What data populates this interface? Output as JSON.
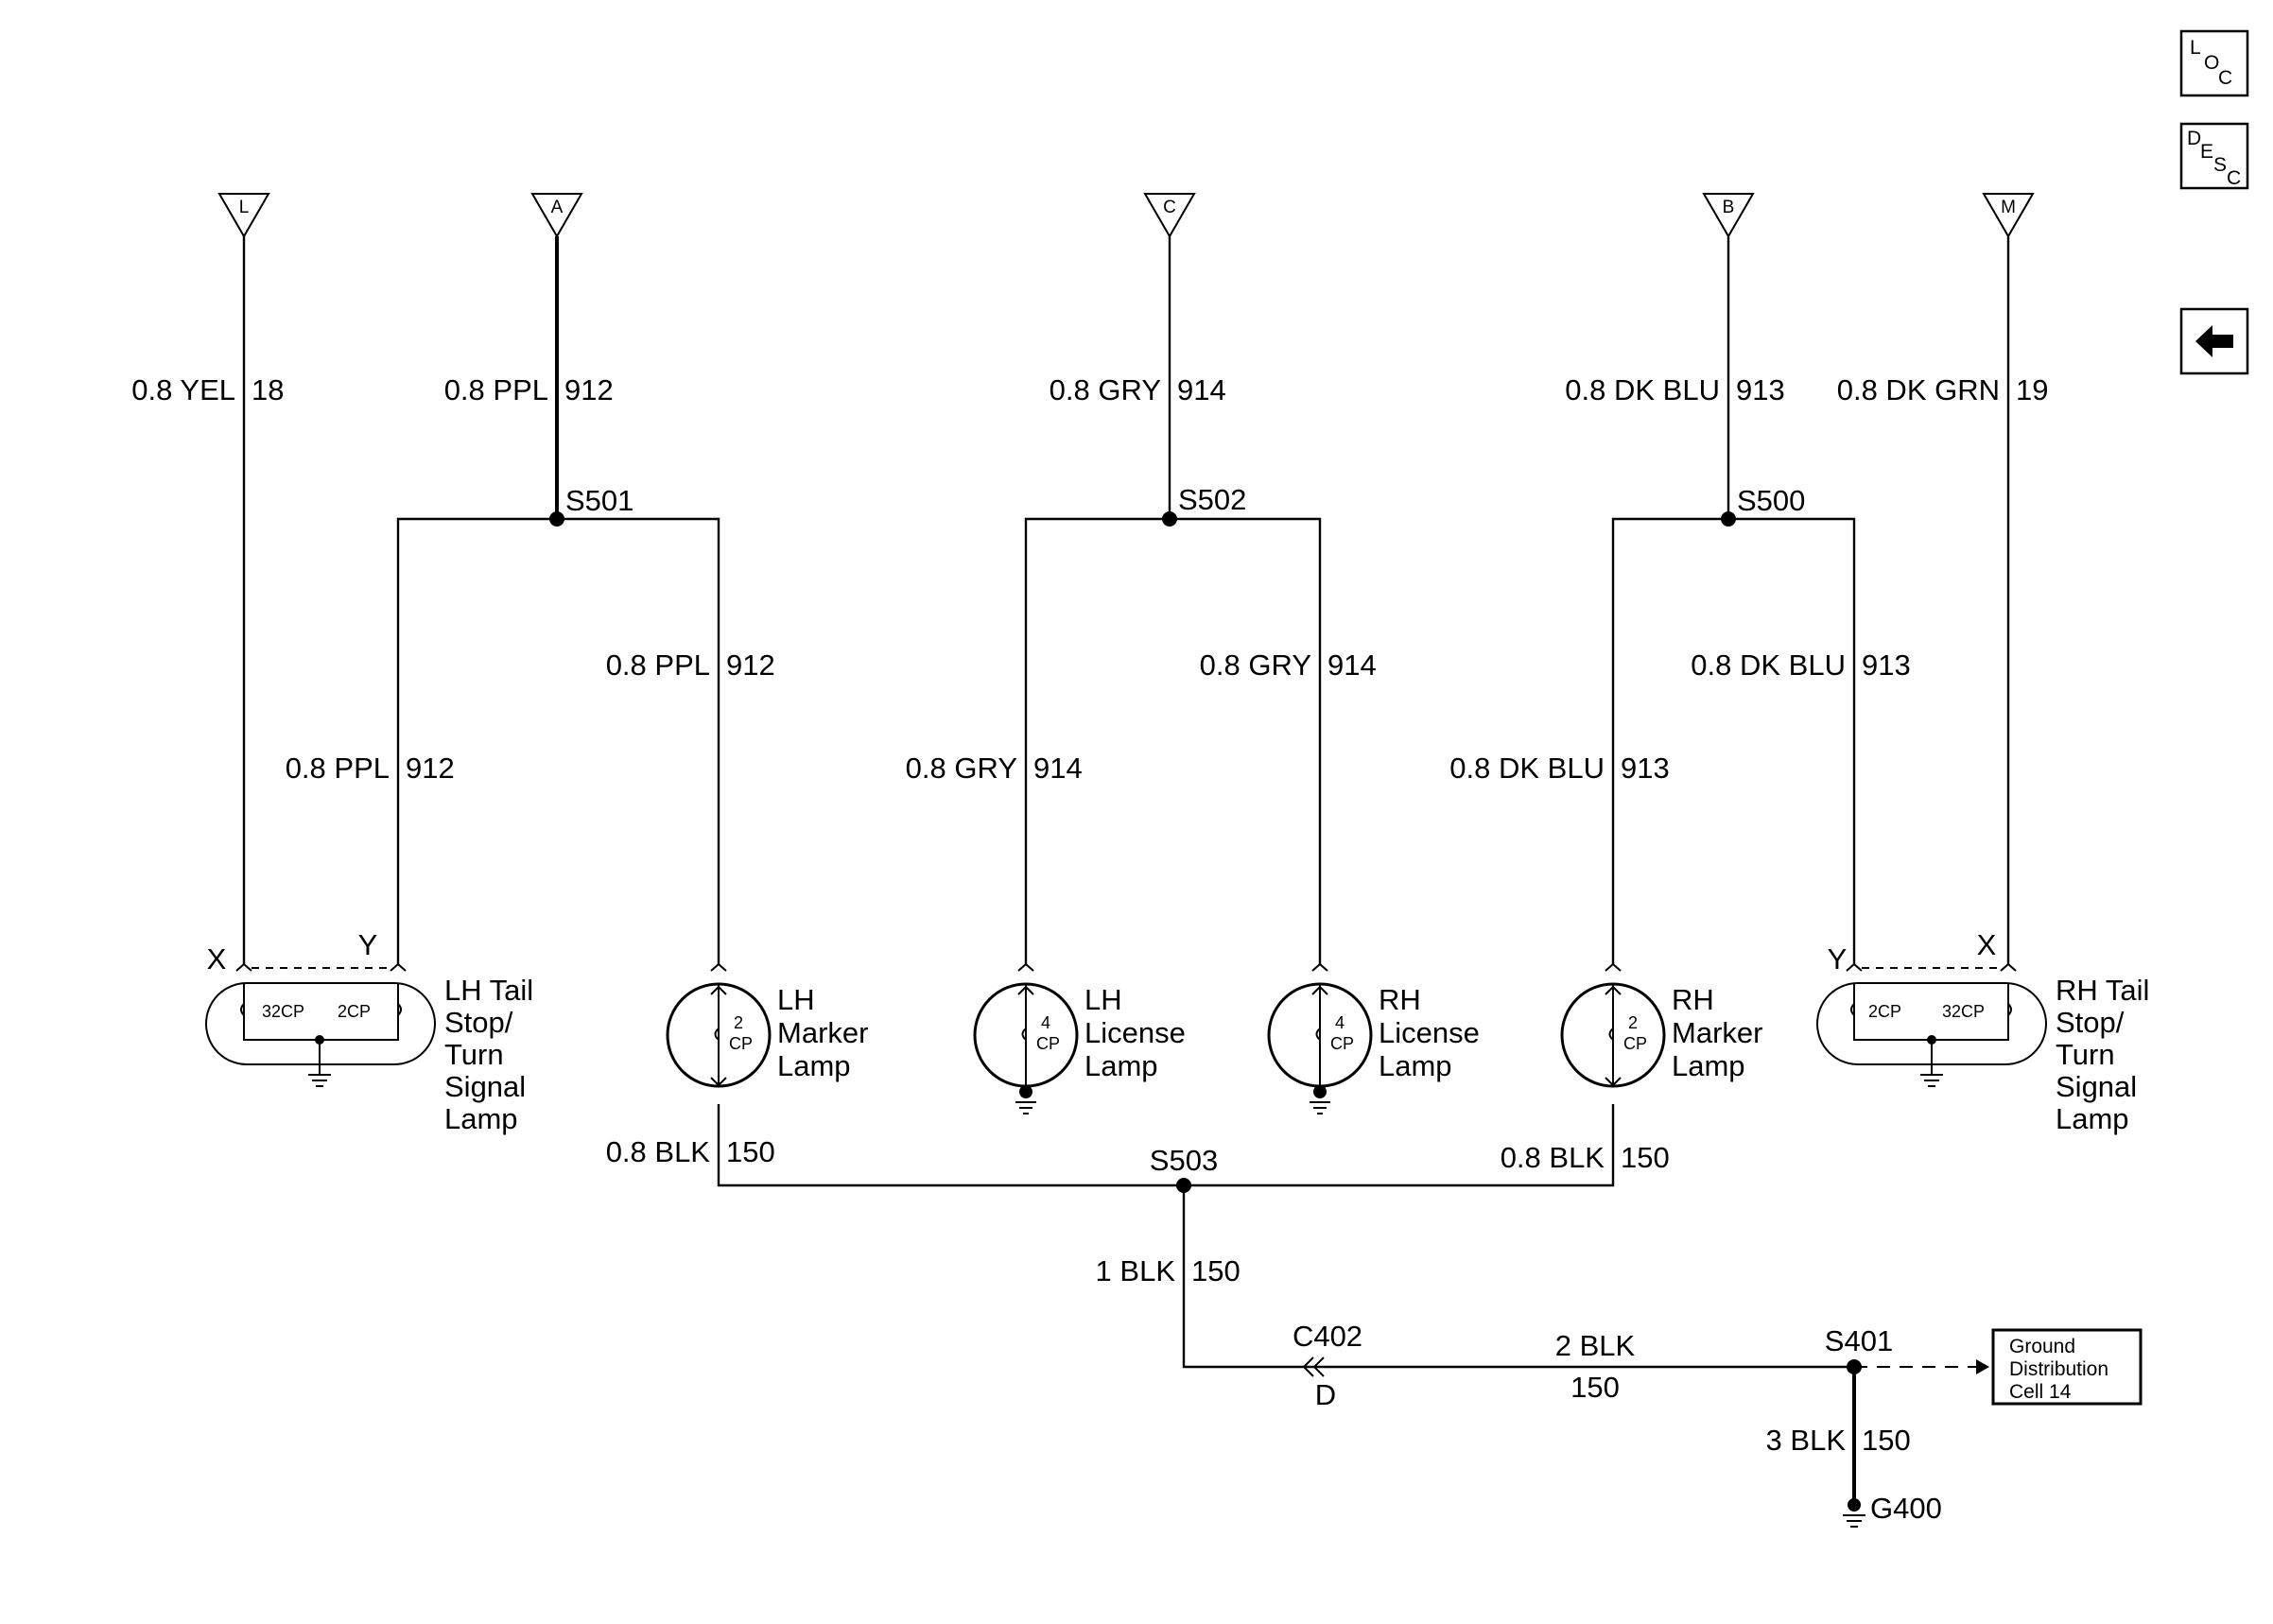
{
  "nav": {
    "loc": [
      "L",
      "O",
      "C"
    ],
    "desc": [
      "D",
      "E",
      "S",
      "C"
    ],
    "back_icon": "left-arrow-icon"
  },
  "sources": [
    "L",
    "A",
    "C",
    "B",
    "M"
  ],
  "wires": {
    "src_L": [
      "0.8 YEL",
      "18"
    ],
    "src_A": [
      "0.8 PPL",
      "912"
    ],
    "src_C": [
      "0.8 GRY",
      "914"
    ],
    "src_B": [
      "0.8 DK BLU",
      "913"
    ],
    "src_M": [
      "0.8 DK GRN",
      "19"
    ],
    "lh_tail_y": [
      "0.8 PPL",
      "912"
    ],
    "lh_marker": [
      "0.8 PPL",
      "912"
    ],
    "lh_license": [
      "0.8 GRY",
      "914"
    ],
    "rh_license": [
      "0.8 GRY",
      "914"
    ],
    "rh_marker": [
      "0.8 DK BLU",
      "913"
    ],
    "rh_tail_y": [
      "0.8 DK BLU",
      "913"
    ],
    "lh_marker_gnd": [
      "0.8 BLK",
      "150"
    ],
    "rh_marker_gnd": [
      "0.8 BLK",
      "150"
    ],
    "s503_down": [
      "1 BLK",
      "150"
    ],
    "c402_s401": [
      "2 BLK",
      "150"
    ],
    "s401_g400": [
      "3 BLK",
      "150"
    ]
  },
  "splices": {
    "s501": "S501",
    "s502": "S502",
    "s500": "S500",
    "s503": "S503",
    "s401": "S401"
  },
  "connector": {
    "name": "C402",
    "pin": "D"
  },
  "ground": "G400",
  "ground_ref": [
    "Ground",
    "Distribution",
    "Cell 14"
  ],
  "lamps": {
    "lh_tail": {
      "label": [
        "LH Tail",
        "Stop/",
        "Turn",
        "Signal",
        "Lamp"
      ],
      "bulbs": [
        "32CP",
        "2CP"
      ],
      "pins": [
        "X",
        "Y"
      ]
    },
    "rh_tail": {
      "label": [
        "RH Tail",
        "Stop/",
        "Turn",
        "Signal",
        "Lamp"
      ],
      "bulbs": [
        "2CP",
        "32CP"
      ],
      "pins": [
        "Y",
        "X"
      ]
    },
    "lh_marker": {
      "label": [
        "LH",
        "Marker",
        "Lamp"
      ],
      "cp": [
        "2",
        "CP"
      ]
    },
    "lh_license": {
      "label": [
        "LH",
        "License",
        "Lamp"
      ],
      "cp": [
        "4",
        "CP"
      ]
    },
    "rh_license": {
      "label": [
        "RH",
        "License",
        "Lamp"
      ],
      "cp": [
        "4",
        "CP"
      ]
    },
    "rh_marker": {
      "label": [
        "RH",
        "Marker",
        "Lamp"
      ],
      "cp": [
        "2",
        "CP"
      ]
    }
  }
}
